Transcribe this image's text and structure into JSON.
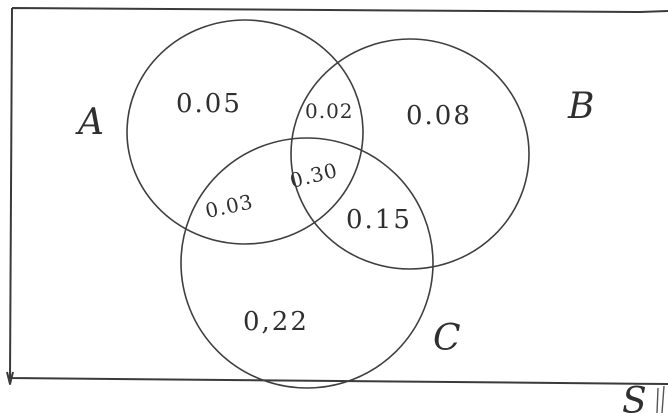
{
  "sets": {
    "a": "A",
    "b": "B",
    "c": "C"
  },
  "regions": {
    "a_only": "0.05",
    "b_only": "0.08",
    "c_only": "0,22",
    "a_b_only": "0.02",
    "a_c_only": "0.03",
    "b_c_only": "0.15",
    "a_b_c": "0.30"
  },
  "corner_mark": "S"
}
